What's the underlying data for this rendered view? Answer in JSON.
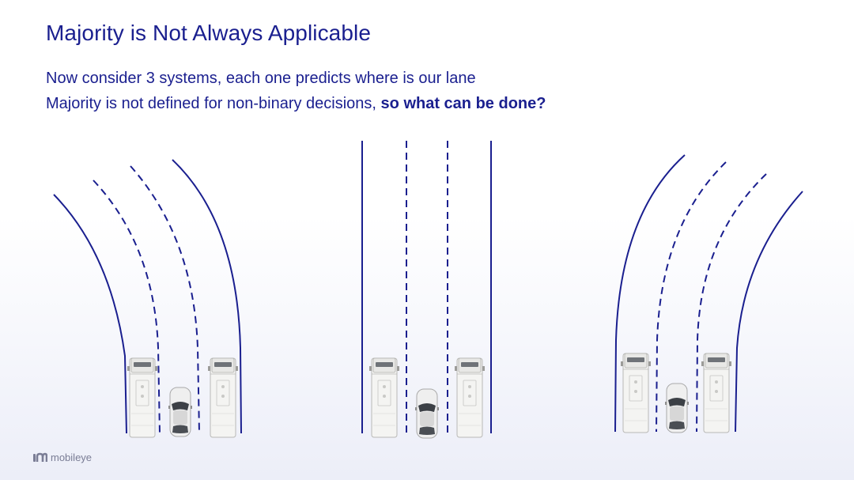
{
  "slide": {
    "title": "Majority is Not Always Applicable",
    "line1": "Now consider 3 systems, each one predicts where is our lane",
    "line2_plain": "Majority is not defined for non-binary decisions, ",
    "line2_emph": "so what can be done?"
  },
  "logo": {
    "text": "mobileye",
    "icon": "mobileye-m-icon"
  },
  "colors": {
    "text": "#1a1f8f",
    "lane_line": "#1a1f8f",
    "truck_body": "#f3f3f1",
    "car_body": "#eeeeee"
  },
  "diagrams": [
    {
      "name": "system-left-curve",
      "direction": "left-curve"
    },
    {
      "name": "system-straight",
      "direction": "straight"
    },
    {
      "name": "system-right-curve",
      "direction": "right-curve"
    }
  ]
}
